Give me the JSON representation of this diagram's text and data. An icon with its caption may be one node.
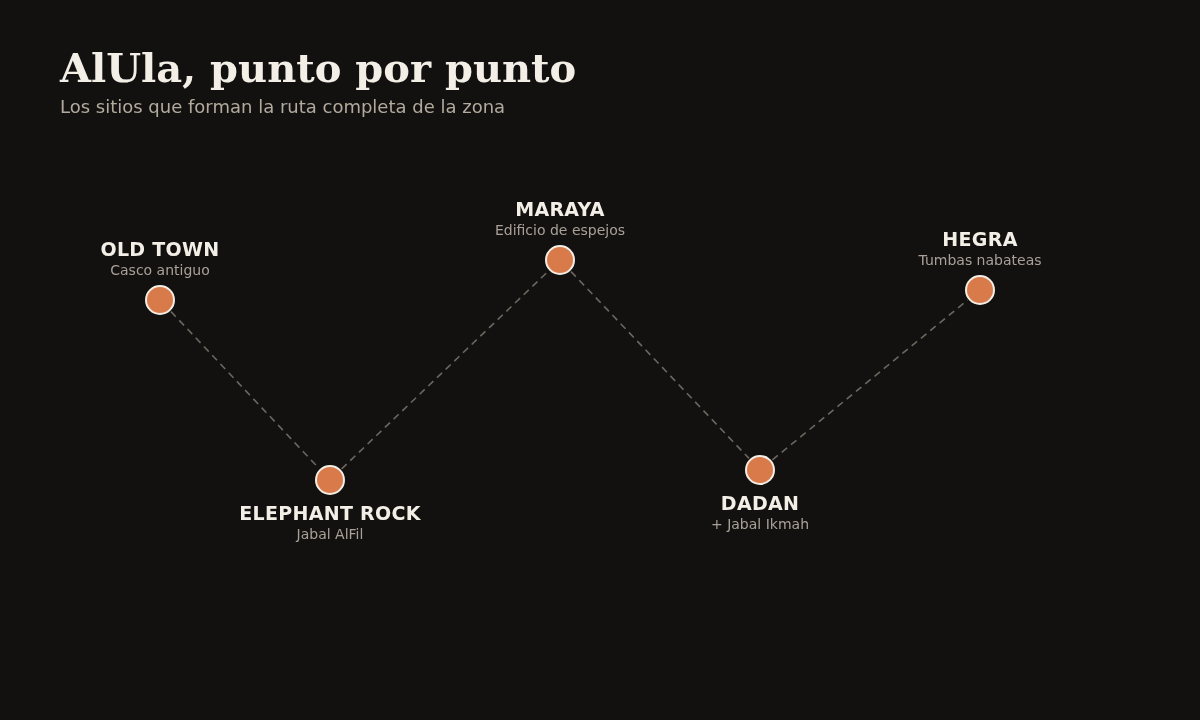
{
  "diagram": {
    "title": "AlUla, punto por punto",
    "caption": "Los sitios que forman la ruta completa de la zona",
    "nodes": [
      {
        "text": [],
        "shape": "circle",
        "beside": [
          "OLD TOWN",
          "Casco antiguo"
        ]
      },
      {
        "text": [],
        "shape": "circle",
        "beside": [
          "ELEPHANT ROCK",
          "Jabal AlFil"
        ]
      },
      {
        "text": [],
        "shape": "circle",
        "beside": [
          "MARAYA",
          "Edificio de espejos"
        ]
      },
      {
        "text": [],
        "shape": "circle",
        "beside": [
          "DADAN",
          "+ Jabal Ikmah"
        ]
      },
      {
        "text": [],
        "shape": "circle",
        "beside": [
          "HEGRA",
          "Tumbas nabateas"
        ]
      }
    ],
    "edges": [
      {
        "from": 0,
        "to": 1,
        "arrow": "none",
        "style": "dashed"
      },
      {
        "from": 1,
        "to": 2,
        "arrow": "none",
        "style": "dashed"
      },
      {
        "from": 2,
        "to": 3,
        "arrow": "none",
        "style": "dashed"
      },
      {
        "from": 3,
        "to": 4,
        "arrow": "none",
        "style": "dashed"
      }
    ]
  }
}
